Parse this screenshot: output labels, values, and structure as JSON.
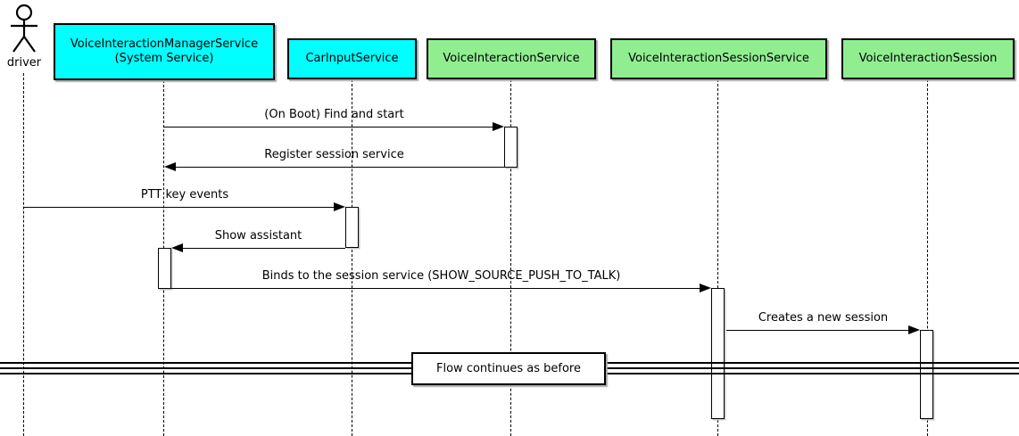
{
  "diagram": {
    "actor": {
      "label": "driver"
    },
    "participants": [
      {
        "label": "VoiceInteractionManagerService",
        "sublabel": "(System Service)",
        "fill": "#00FFFF"
      },
      {
        "label": "CarInputService",
        "fill": "#00FFFF"
      },
      {
        "label": "VoiceInteractionService",
        "fill": "#90EE90"
      },
      {
        "label": "VoiceInteractionSessionService",
        "fill": "#90EE90"
      },
      {
        "label": "VoiceInteractionSession",
        "fill": "#90EE90"
      }
    ],
    "messages": [
      {
        "label": "(On Boot) Find and start",
        "from": "VoiceInteractionManagerService (System Service)",
        "to": "VoiceInteractionService",
        "direction": "right"
      },
      {
        "label": "Register session service",
        "from": "VoiceInteractionService",
        "to": "VoiceInteractionManagerService (System Service)",
        "direction": "left"
      },
      {
        "label": "PTT key events",
        "from": "driver",
        "to": "CarInputService",
        "direction": "right"
      },
      {
        "label": "Show assistant",
        "from": "CarInputService",
        "to": "VoiceInteractionManagerService (System Service)",
        "direction": "left"
      },
      {
        "label": "Binds to the session service (SHOW_SOURCE_PUSH_TO_TALK)",
        "from": "VoiceInteractionManagerService (System Service)",
        "to": "VoiceInteractionSessionService",
        "direction": "right"
      },
      {
        "label": "Creates a new session",
        "from": "VoiceInteractionSessionService",
        "to": "VoiceInteractionSession",
        "direction": "right"
      }
    ],
    "divider": {
      "label": "Flow continues as before"
    },
    "colors": {
      "participant_cyan": "#00FFFF",
      "participant_green": "#90EE90",
      "line": "#000000",
      "background": "#FFFFFF"
    }
  }
}
